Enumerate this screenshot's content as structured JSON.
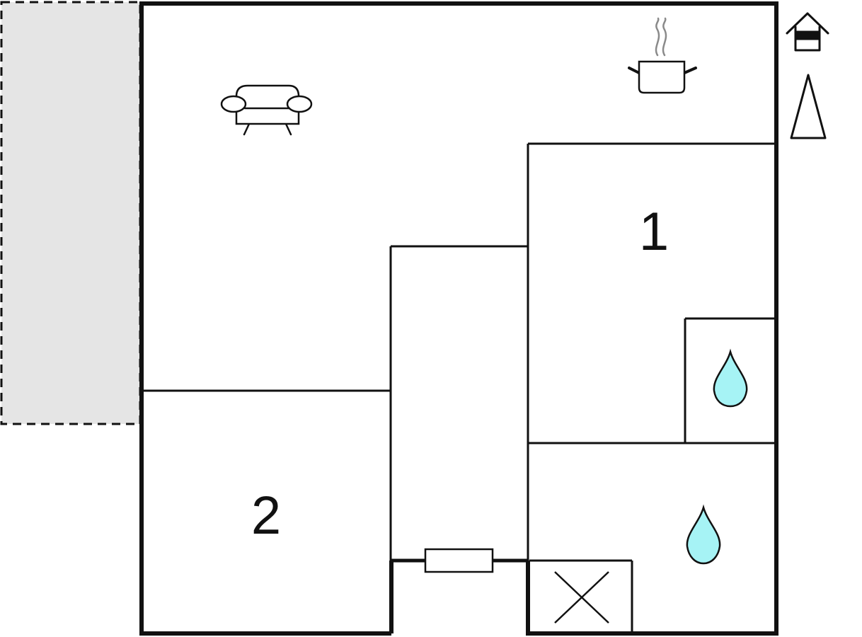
{
  "rooms": [
    {
      "id": "bedroom-1",
      "label": "1"
    },
    {
      "id": "bedroom-2",
      "label": "2"
    }
  ],
  "icons": {
    "living": "sofa-icon",
    "kitchen": "cooking-pot-icon",
    "bath_1": "water-drop-icon",
    "bath_2": "water-drop-icon",
    "utility": "crossed-box-icon",
    "entrance": "entrance-door-icon",
    "house": "house-icon",
    "north": "north-arrow-icon"
  },
  "colors": {
    "wall": "#111111",
    "terrace": "#e5e5e5",
    "water": "#a6f3f5",
    "steam": "#8a8a8a"
  }
}
